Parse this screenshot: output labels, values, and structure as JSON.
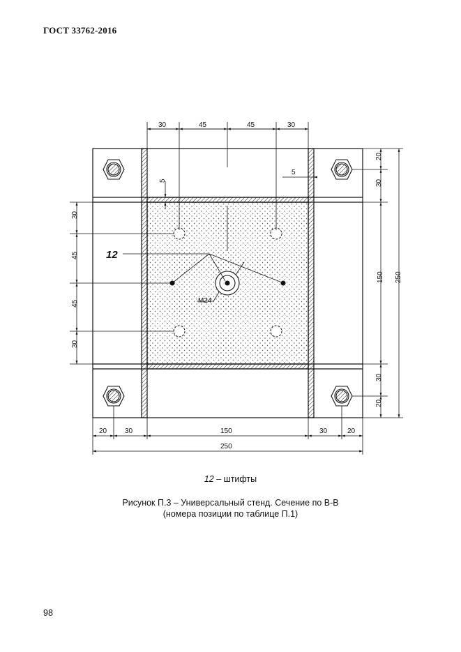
{
  "header": {
    "doc_id": "ГОСТ 33762-2016"
  },
  "drawing": {
    "dims_top": [
      "30",
      "45",
      "45",
      "30"
    ],
    "dims_bottom": [
      "20",
      "30",
      "150",
      "30",
      "20"
    ],
    "dim_total_bottom": "250",
    "dims_left": [
      "30",
      "45",
      "45",
      "30"
    ],
    "dims_right": [
      "20",
      "30",
      "150",
      "30",
      "20"
    ],
    "dim_total_right": "250",
    "dim_wall": "5",
    "dim_plate": "5",
    "position_label": "12",
    "thread_label": "M24"
  },
  "legend": {
    "position": "12",
    "text": " – штифты"
  },
  "caption": {
    "line1": "Рисунок П.3 – Универсальный стенд. Сечение по В-В",
    "line2": "(номера позиции по таблице П.1)"
  },
  "page_number": "98"
}
